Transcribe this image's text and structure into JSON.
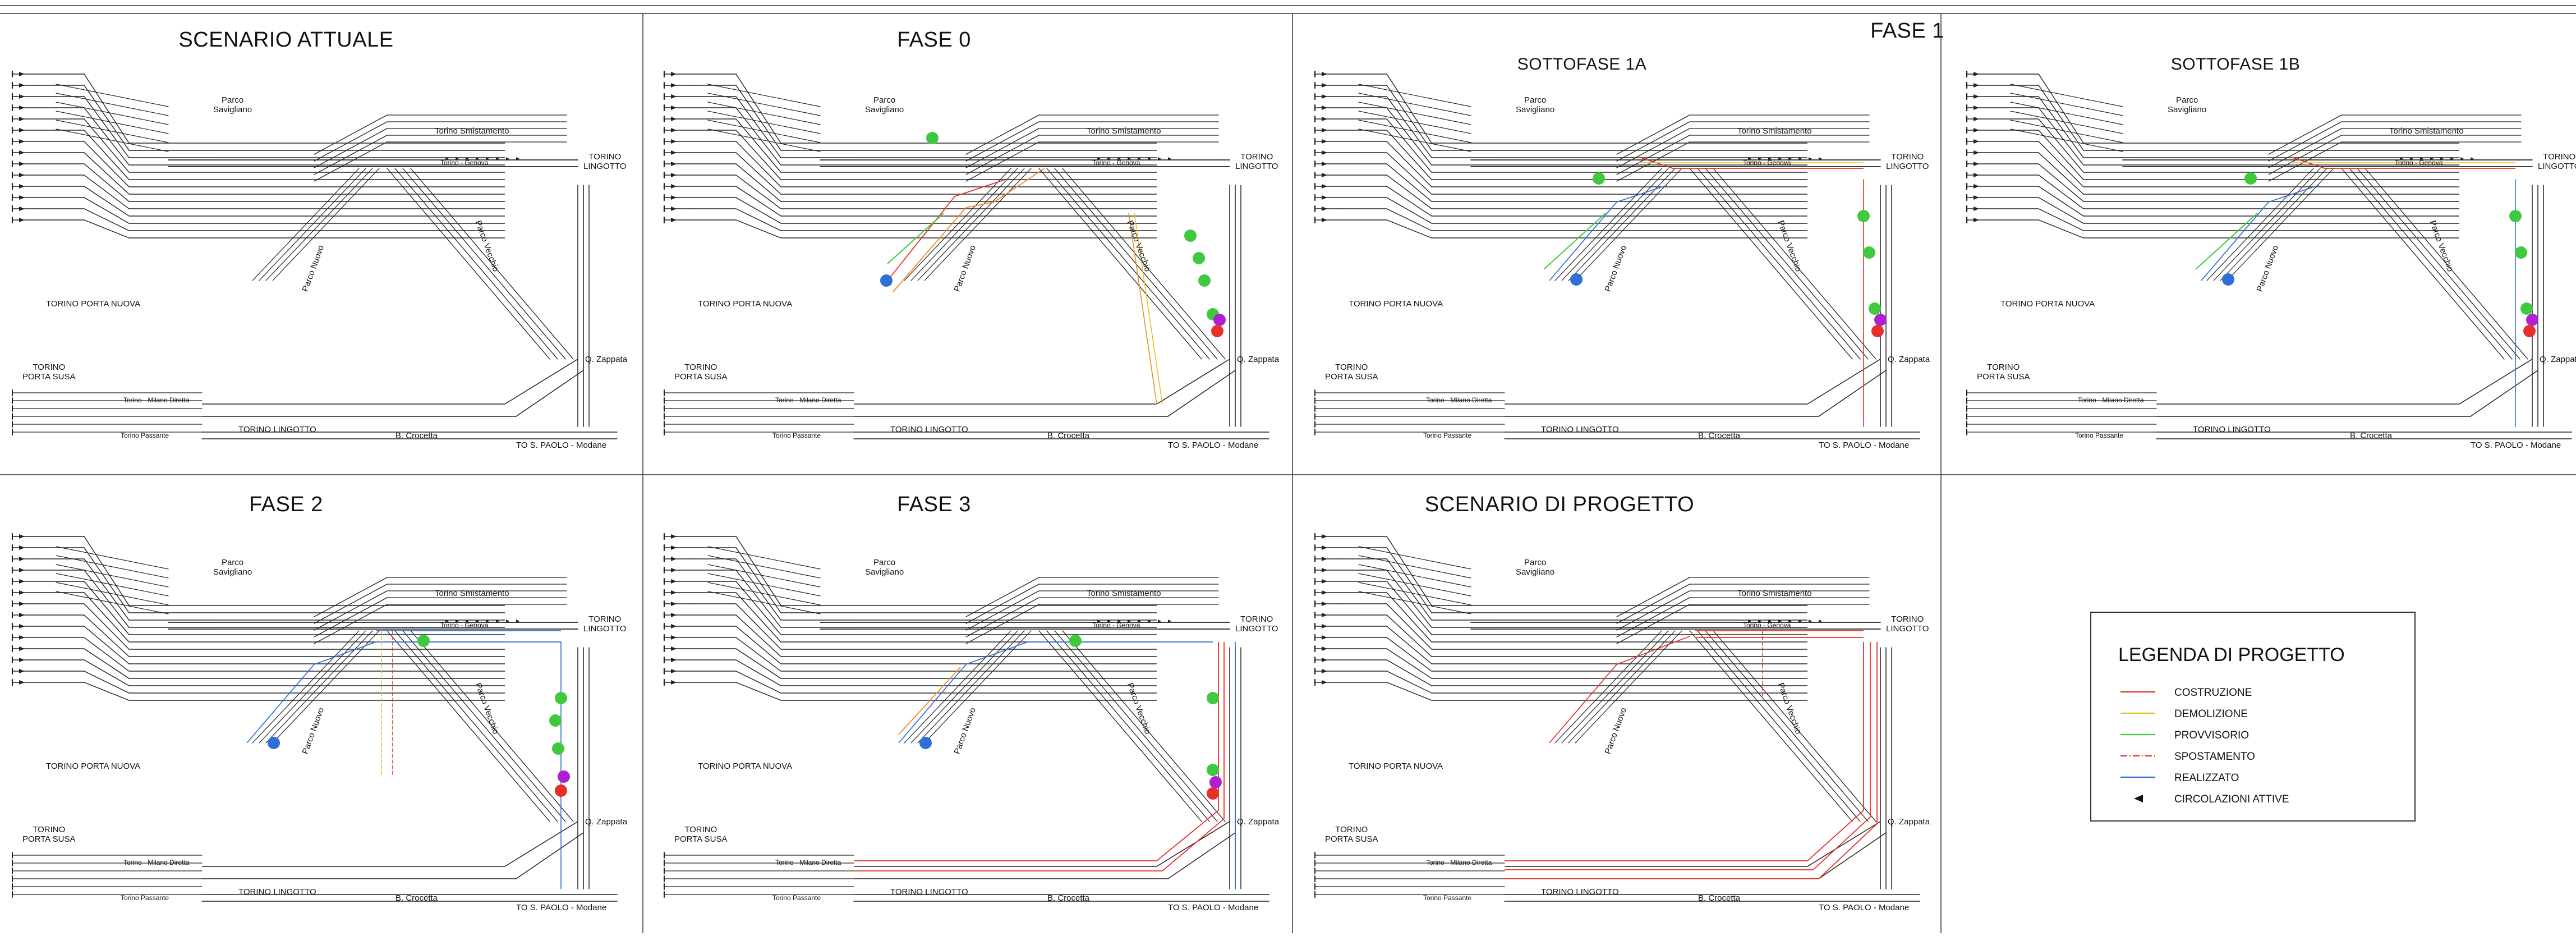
{
  "panels": [
    {
      "id": "attuale",
      "title": "SCENARIO ATTUALE"
    },
    {
      "id": "fase0",
      "title": "FASE 0"
    },
    {
      "id": "fase1a",
      "title": "SOTTOFASE 1A"
    },
    {
      "id": "fase1b",
      "title": "SOTTOFASE 1B"
    },
    {
      "id": "fase2",
      "title": "FASE 2"
    },
    {
      "id": "fase3",
      "title": "FASE 3"
    },
    {
      "id": "progetto",
      "title": "SCENARIO DI PROGETTO"
    }
  ],
  "group_title": "FASE 1",
  "station_labels": {
    "parco_savigliano": "Parco\nSavigliano",
    "torino_smistamento": "Torino Smistamento",
    "torino_lingotto_top": "TORINO\nLINGOTTO",
    "parco_nuovo": "Parco Nuovo",
    "parco_vecchio": "Parco Vecchio",
    "torino_porta_nuova": "TORINO PORTA NUOVA",
    "torino_porta_susa": "TORINO\nPORTA SUSA",
    "torino_lingotto_bottom": "TORINO LINGOTTO",
    "b_crocetta": "B. Crocetta",
    "q_zappata": "Q. Zappata",
    "to_s_paolo": "TO S. PAOLO - Modane",
    "torino_genova": "Torino - Genova",
    "torino_milano_diretta": "Torino - Milano Diretta",
    "torino_passante": "Torino Passante"
  },
  "legend": {
    "title": "LEGENDA DI PROGETTO",
    "items": [
      {
        "label": "COSTRUZIONE",
        "color": "#e8302a",
        "style": "solid"
      },
      {
        "label": "DEMOLIZIONE",
        "color": "#e8c21e",
        "style": "solid"
      },
      {
        "label": "PROVVISORIO",
        "color": "#3fc93f",
        "style": "solid"
      },
      {
        "label": "SPOSTAMENTO",
        "color": "#e8302a",
        "style": "dashdot"
      },
      {
        "label": "REALIZZATO",
        "color": "#2f6fd6",
        "style": "solid"
      },
      {
        "label": "CIRCOLAZIONI ATTIVE",
        "color": "#111111",
        "style": "arrow"
      }
    ]
  },
  "colors": {
    "track": "#222222",
    "costruzione": "#e8302a",
    "demolizione": "#e8c21e",
    "provvisorio": "#3fc93f",
    "realizzato": "#2f6fd6",
    "orange": "#f08a24",
    "purple": "#b020d0"
  }
}
